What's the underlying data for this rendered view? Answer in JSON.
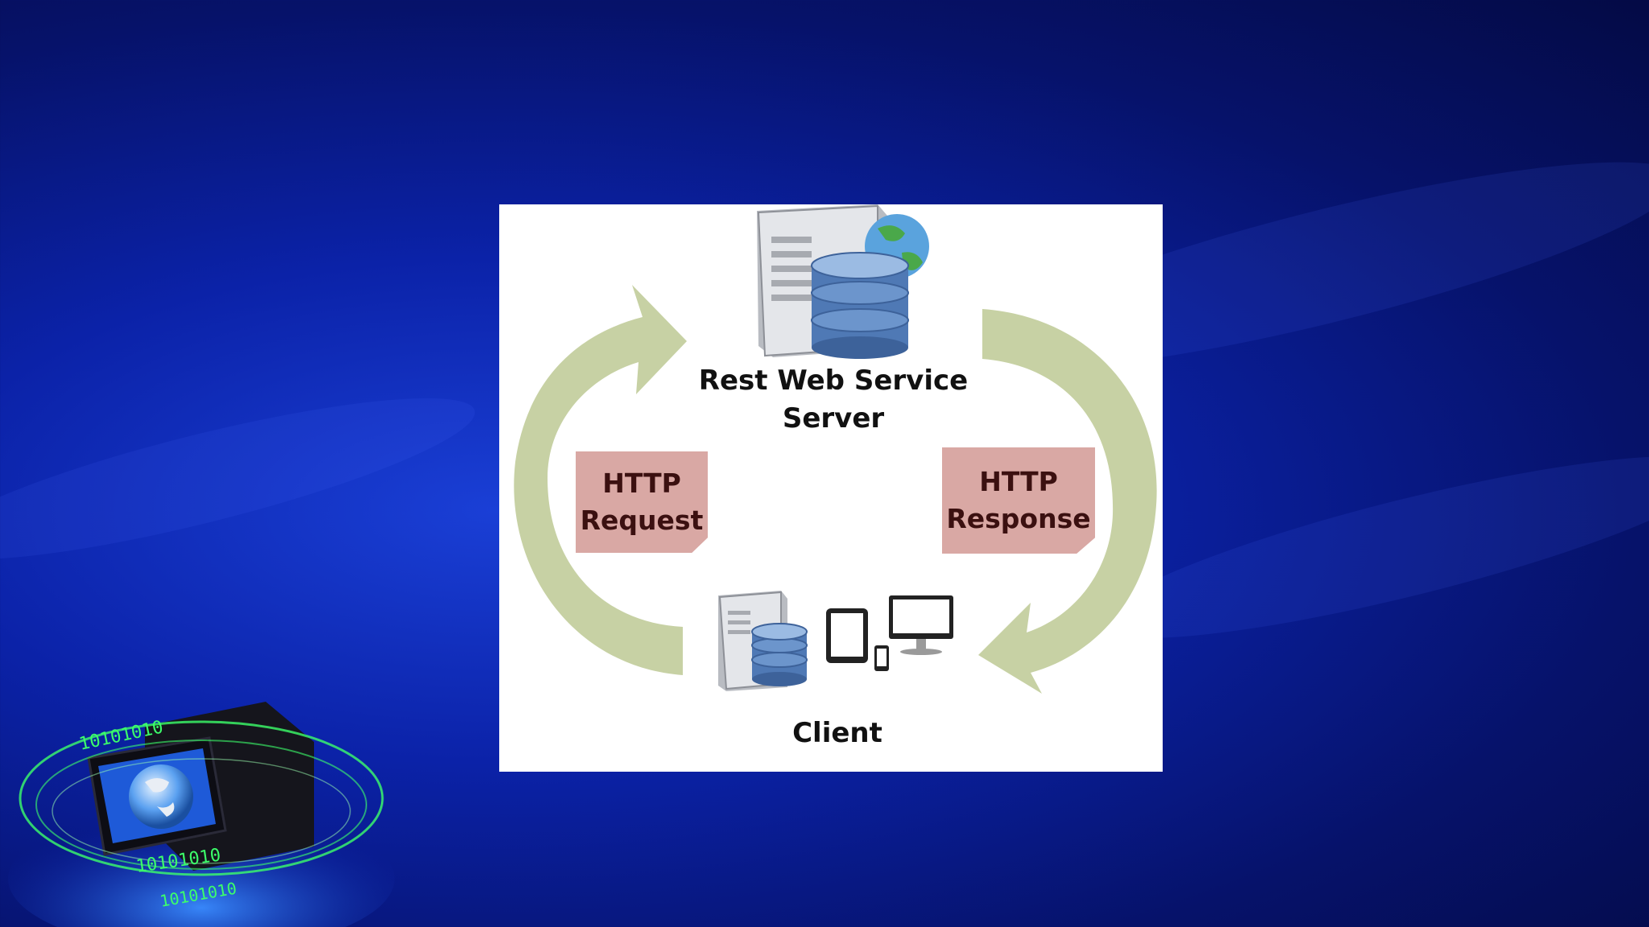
{
  "diagram": {
    "server_label_line1": "Rest Web Service",
    "server_label_line2": "Server",
    "request_line1": "HTTP",
    "request_line2": "Request",
    "response_line1": "HTTP",
    "response_line2": "Response",
    "client_label": "Client"
  },
  "decoration": {
    "binary_text": "10101010"
  },
  "colors": {
    "background": "#0b22a8",
    "arrow": "#c7d1a4",
    "note": "#d9a8a4",
    "database": "#4f79b5"
  }
}
